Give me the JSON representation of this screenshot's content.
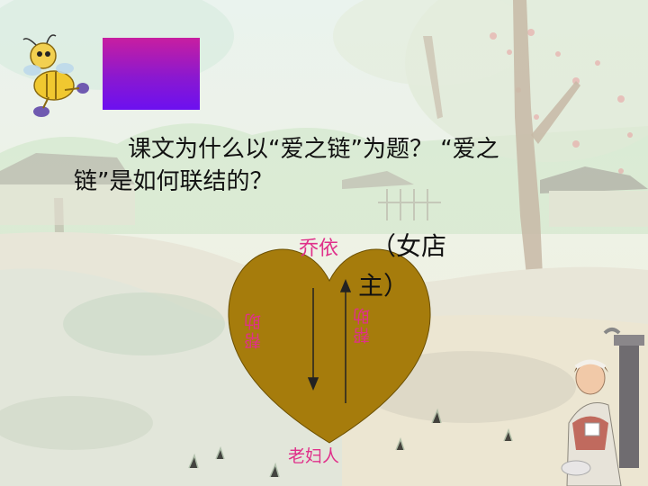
{
  "slide": {
    "question": [
      "课文为什么以“爱之链”为题？ “爱之",
      "链”是如何联结的？"
    ]
  },
  "diagram": {
    "top_name": "乔依",
    "top_role_line1": "（女店",
    "top_role_line2": "主）",
    "bottom_name": "老妇人",
    "left_arrow_label": "帮助",
    "right_arrow_label": "帮助",
    "heart_color": "#a67c0c"
  },
  "colors": {
    "accent_pink": "#e0308a",
    "box_top": "#c81ea0",
    "box_bottom": "#6c10f0"
  }
}
